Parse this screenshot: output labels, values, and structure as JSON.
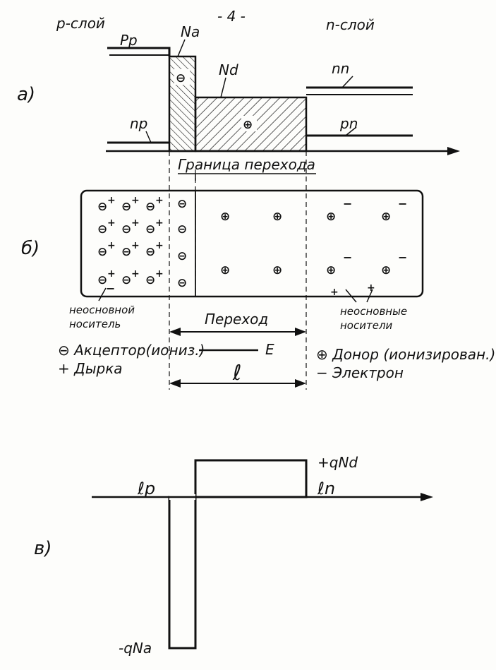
{
  "page_number": "- 4 -",
  "layers": {
    "p": "p-слой",
    "n": "n-слой"
  },
  "panels": {
    "a": "а)",
    "b": "б)",
    "c": "в)"
  },
  "panel_a": {
    "Pp": "Pp",
    "Na": "Na",
    "Nd": "Nd",
    "nn": "nn",
    "np": "np",
    "pn": "pn",
    "acceptor_sign": "⊖",
    "donor_sign": "⊕"
  },
  "boundary_label": "Граница перехода",
  "panel_b": {
    "acceptor": "⊖",
    "donor": "⊕",
    "hole": "+",
    "electron": "−",
    "minority_p": "неосновной носитель",
    "minority_n": "неосновные носители",
    "transition": "Переход",
    "field": "E",
    "length": "ℓ",
    "legend": {
      "acceptor": "⊖ Акцептор(иониз.)",
      "hole": "+ Дырка",
      "donor": "⊕ Донор (ионизирован.)",
      "electron": "− Электрон"
    }
  },
  "panel_c": {
    "lp": "ℓp",
    "ln": "ℓn",
    "plus_qNd": "+qNd",
    "minus_qNa": "-qNa"
  }
}
